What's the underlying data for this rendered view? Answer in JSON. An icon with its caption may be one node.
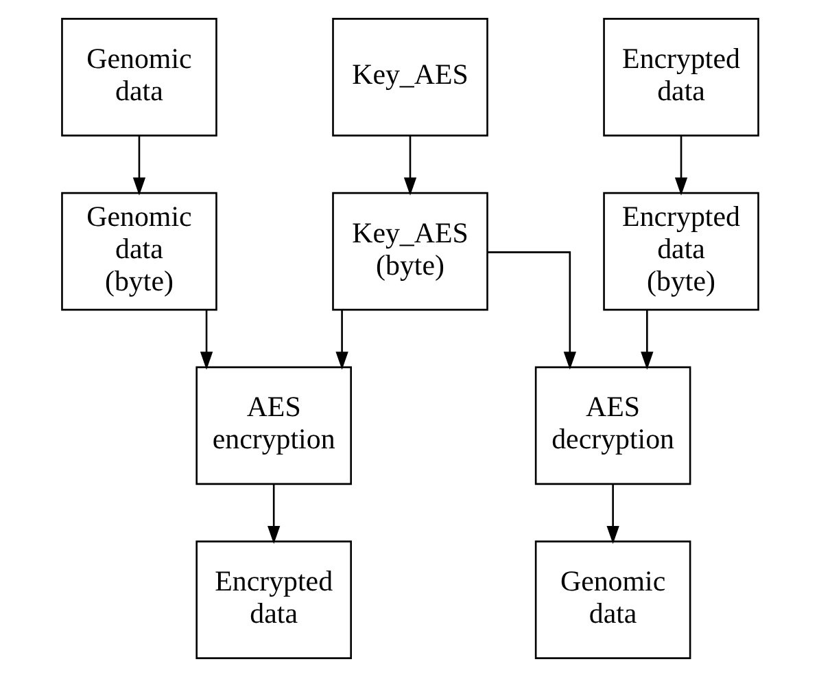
{
  "diagram": {
    "nodes": [
      {
        "text": [
          "Genomic data"
        ]
      },
      {
        "text": [
          "Key_AES"
        ]
      },
      {
        "text": [
          "Encrypted data"
        ]
      },
      {
        "text": [
          "Genomic data (byte)"
        ]
      },
      {
        "text": [
          "Key_AES (byte)"
        ]
      },
      {
        "text": [
          "Encrypted data (byte)"
        ]
      },
      {
        "text": [
          "AES encryption"
        ]
      },
      {
        "text": [
          "AES decryption"
        ]
      },
      {
        "text": [
          "Encrypted data"
        ]
      },
      {
        "text": [
          "Genomic data"
        ]
      }
    ],
    "edges": [
      {
        "from": 0,
        "to": 3,
        "arrow": "to"
      },
      {
        "from": 1,
        "to": 4,
        "arrow": "to"
      },
      {
        "from": 2,
        "to": 5,
        "arrow": "to"
      },
      {
        "from": 3,
        "to": 6,
        "arrow": "to"
      },
      {
        "from": 4,
        "to": 6,
        "arrow": "to"
      },
      {
        "from": 4,
        "to": 7,
        "arrow": "to"
      },
      {
        "from": 5,
        "to": 7,
        "arrow": "to"
      },
      {
        "from": 6,
        "to": 8,
        "arrow": "to"
      },
      {
        "from": 7,
        "to": 9,
        "arrow": "to"
      }
    ]
  }
}
